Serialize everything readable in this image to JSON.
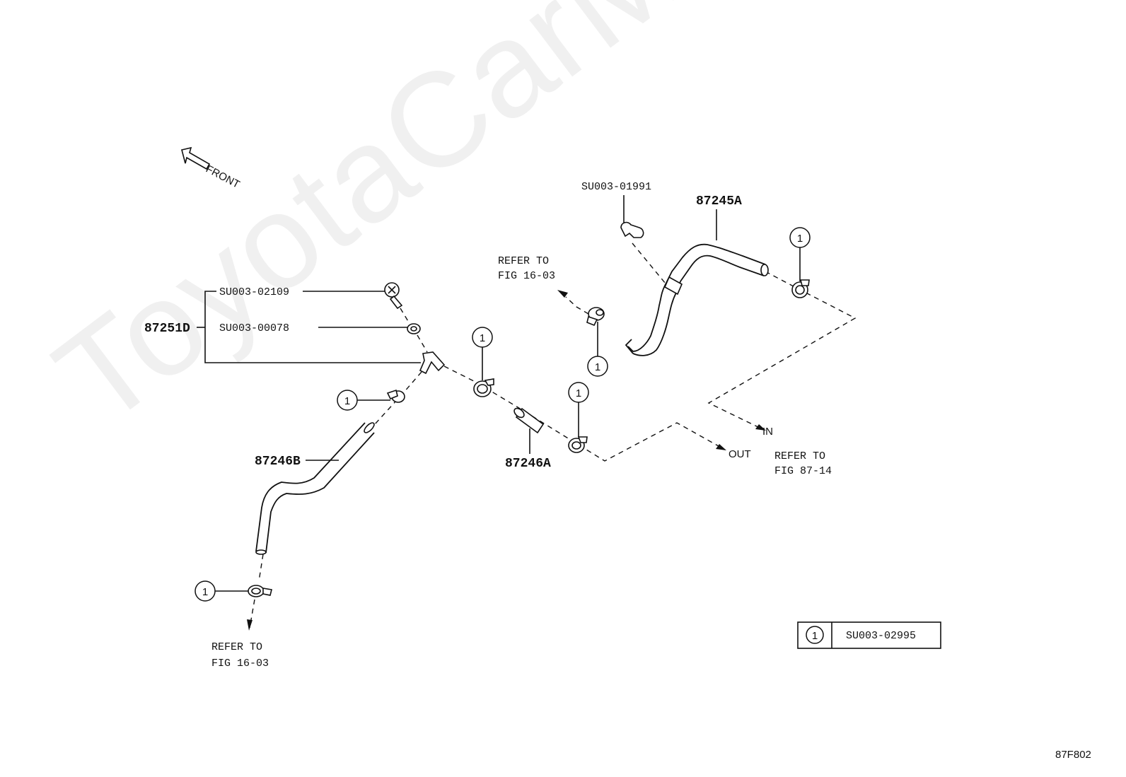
{
  "watermark": "ToyotaCarMine.ru",
  "front_label": "FRONT",
  "labels": {
    "su_02109": "SU003-02109",
    "su_00078": "SU003-00078",
    "pn_87251d": "87251D",
    "su_01991": "SU003-01991",
    "pn_87245a": "87245A",
    "pn_87246b": "87246B",
    "pn_87246a": "87246A",
    "refer_to": "REFER TO",
    "fig_16_03": "FIG 16-03",
    "fig_87_14": "FIG 87-14",
    "out": "OUT",
    "in": "IN"
  },
  "callout_number": "1",
  "legend": {
    "number": "1",
    "part": "SU003-02995"
  },
  "figure_code": "87F802"
}
